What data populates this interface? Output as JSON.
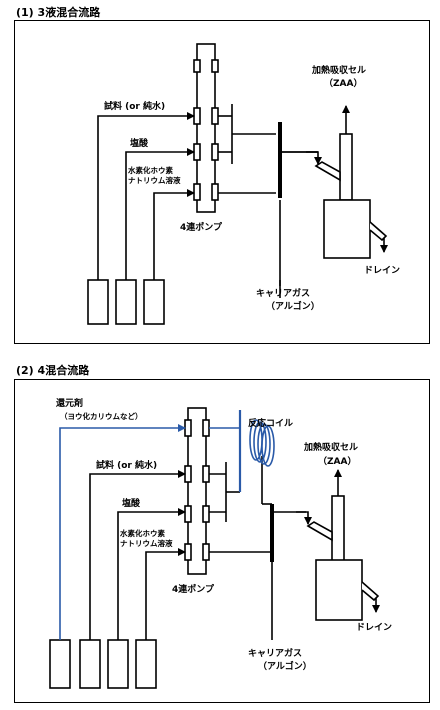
{
  "section1": {
    "title": "(1) 3液混合流路",
    "labels": {
      "cell": "加熱吸収セル",
      "cell_zaa": "（ZAA）",
      "sample": "試料 (or 純水)",
      "hcl": "塩酸",
      "nabh4_line1": "水素化ホウ素",
      "nabh4_line2": "ナトリウム溶液",
      "pump": "4連ポンプ",
      "drain": "ドレイン",
      "carrier_line1": "キャリアガス",
      "carrier_line2": "（アルゴン）"
    }
  },
  "section2": {
    "title": "(2) 4混合流路",
    "labels": {
      "reductant": "還元剤",
      "reductant_sub": "（ヨウ化カリウムなど）",
      "coil": "反応コイル",
      "cell": "加熱吸収セル",
      "cell_zaa": "（ZAA）",
      "sample": "試料 (or 純水)",
      "hcl": "塩酸",
      "nabh4_line1": "水素化ホウ素",
      "nabh4_line2": "ナトリウム溶液",
      "pump": "4連ポンプ",
      "drain": "ドレイン",
      "carrier_line1": "キャリアガス",
      "carrier_line2": "（アルゴン）"
    }
  },
  "colors": {
    "line": "#000000",
    "reductant_line": "#2a5aa8",
    "coil": "#2a5aa8"
  }
}
